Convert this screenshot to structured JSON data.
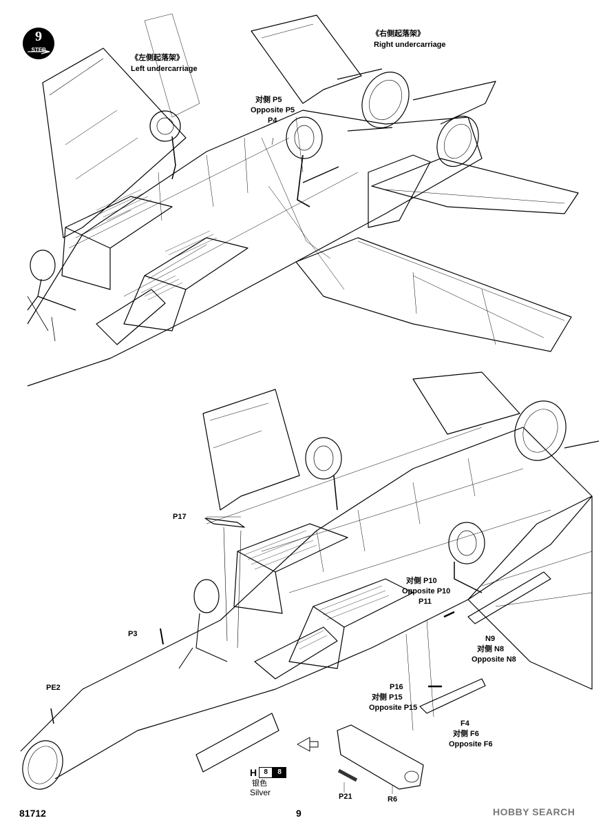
{
  "step": {
    "number": "9",
    "label": "STEP"
  },
  "labels": {
    "left_undercarriage_cn": "《左侧起落架》",
    "left_undercarriage_en": "Left undercarriage",
    "right_undercarriage_cn": "《右侧起落架》",
    "right_undercarriage_en": "Right undercarriage",
    "p5_cn": "对侧 P5",
    "p5_en": "Opposite P5",
    "p4": "P4",
    "p17": "P17",
    "p10_cn": "对侧 P10",
    "p10_en": "Opposite P10",
    "p11": "P11",
    "p3": "P3",
    "n9": "N9",
    "n8_cn": "对侧 N8",
    "n8_en": "Opposite N8",
    "pe2": "PE2",
    "p16": "P16",
    "p15_cn": "对侧 P15",
    "p15_en": "Opposite P15",
    "f4": "F4",
    "f6_cn": "对侧 F6",
    "f6_en": "Opposite F6",
    "p21": "P21",
    "r6": "R6"
  },
  "paint": {
    "code_letter": "H",
    "code_a": "8",
    "code_b": "8",
    "name_cn": "银色",
    "name_en": "Silver"
  },
  "footer": {
    "kit_number": "81712",
    "page_number": "9",
    "watermark": "HOBBY SEARCH"
  }
}
